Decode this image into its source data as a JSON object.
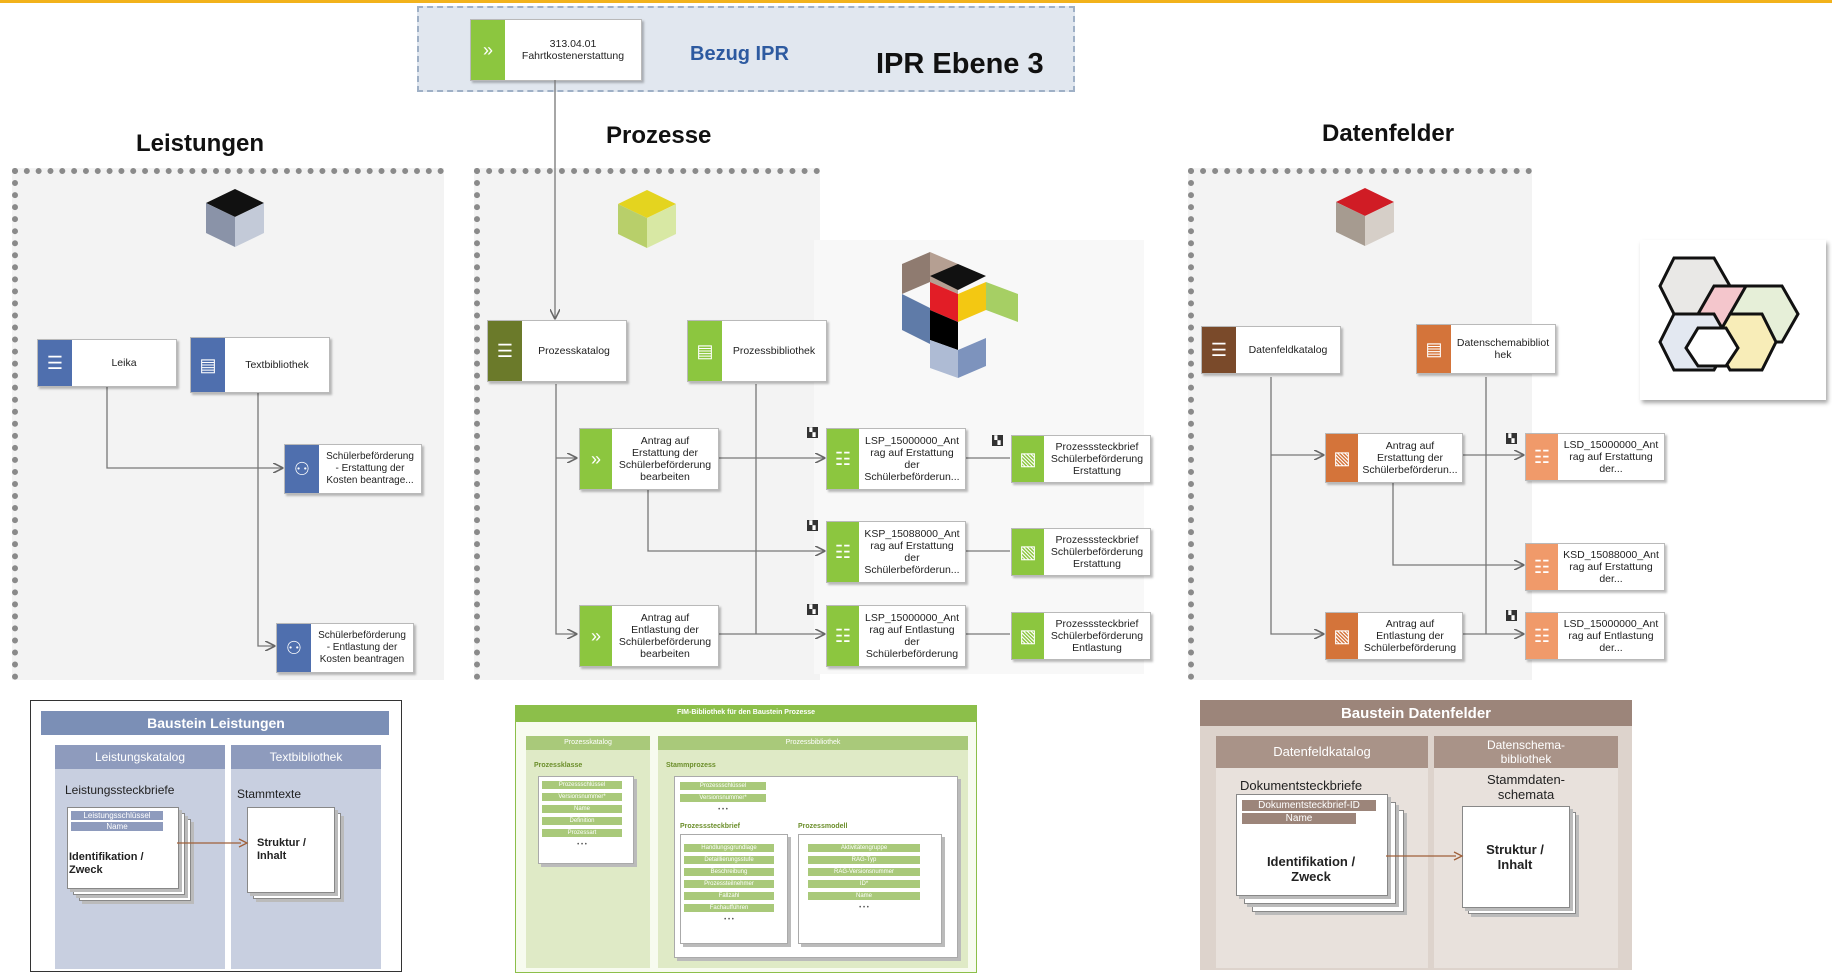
{
  "header": {
    "ref_code": "313.04.01",
    "ref_name": "Fahrtkostenerstattung",
    "bezug": "Bezug IPR",
    "ebene": "IPR Ebene 3"
  },
  "sections": {
    "leistungen": "Leistungen",
    "prozesse": "Prozesse",
    "datenfelder": "Datenfelder"
  },
  "leistungen": {
    "leika": "Leika",
    "textbibliothek": "Textbibliothek",
    "item1": "Schülerbeförderung\n- Erstattung der\nKosten beantrage...",
    "item2": "Schülerbeförderung\n- Entlastung der\nKosten beantragen"
  },
  "prozesse": {
    "katalog": "Prozesskatalog",
    "bibliothek": "Prozessbibliothek",
    "proc1": "Antrag auf\nErstattung der\nSchülerbeförderung\nbearbeiten",
    "proc2": "Antrag auf\nEntlastung der\nSchülerbeförderung\nbearbeiten",
    "lsp1": "LSP_15000000_Ant\nrag auf Erstattung\nder\nSchülerbeförderun...",
    "ksp": "KSP_15088000_Ant\nrag auf Erstattung\nder\nSchülerbeförderun...",
    "lsp2": "LSP_15000000_Ant\nrag auf Entlastung\nder\nSchülerbeförderung",
    "brief1": "Prozesssteckbrief\nSchülerbeförderung\nErstattung",
    "brief2": "Prozesssteckbrief\nSchülerbeförderung\nErstattung",
    "brief3": "Prozesssteckbrief\nSchülerbeförderung\nEntlastung"
  },
  "datenfelder": {
    "katalog": "Datenfeldkatalog",
    "schema": "Datenschemabibliot\nhek",
    "form1": "Antrag auf\nErstattung der\nSchülerbeförderun...",
    "form2": "Antrag auf\nEntlastung der\nSchülerbeförderung",
    "lsd1": "LSD_15000000_Ant\nrag auf Erstattung\nder...",
    "ksd": "KSD_15088000_Ant\nrag auf Erstattung\nder...",
    "lsd2": "LSD_15000000_Ant\nrag auf Entlastung\nder..."
  },
  "baustein_leistungen": {
    "title": "Baustein Leistungen",
    "col1": "Leistungskatalog",
    "col2": "Textbibliothek",
    "sub1": "Leistungssteckbriefe",
    "sub2": "Stammtexte",
    "chip1": "Leistungsschlüssel",
    "chip2": "Name",
    "card1": "Identifikation /\nZweck",
    "card2": "Struktur /\nInhalt"
  },
  "baustein_prozesse": {
    "title": "FIM-Bibliothek für den Baustein Prozesse",
    "col1": "Prozesskatalog",
    "col2": "Prozessbibliothek",
    "klasse": "Prozessklasse",
    "stamm": "Stammprozess",
    "k_chips": [
      "Prozessschlüssel",
      "Versionsnummer*",
      "Name",
      "Definition",
      "Prozessart",
      "• • •"
    ],
    "s_chips": [
      "Prozessschlüssel",
      "Versionsnummer*",
      "• • •"
    ],
    "steckbrief": "Prozesssteckbrief",
    "modell": "Prozessmodell",
    "sb_chips": [
      "Handlungsgrundlage",
      "Detaillierungsstufe",
      "Beschreibung",
      "Prozessteilnehmer",
      "Fallzahl",
      "Fachaufführen",
      "• • •"
    ],
    "m_chips": [
      "Aktivitätengruppe",
      "RAG-Typ",
      "RAG-Versionsnummer",
      "ID*",
      "Name",
      "• • •"
    ]
  },
  "baustein_datenfelder": {
    "title": "Baustein Datenfelder",
    "col1": "Datenfeldkatalog",
    "col2": "Datenschema-\nbibliothek",
    "sub1": "Dokumentsteckbriefe",
    "sub2": "Stammdaten-\nschemata",
    "chip1": "Dokumentsteckbrief-ID",
    "chip2": "Name",
    "card1": "Identifikation /\nZweck",
    "card2": "Struktur /\nInhalt"
  },
  "colors": {
    "accent_top": "#f2b21b",
    "bezug_text": "#2d5aa0",
    "leika_blue": "#4f6fae",
    "process_green": "#8cc63f",
    "process_olive": "#6b7a2a",
    "data_orange": "#d4743a",
    "data_brown": "#7a4a2a"
  }
}
